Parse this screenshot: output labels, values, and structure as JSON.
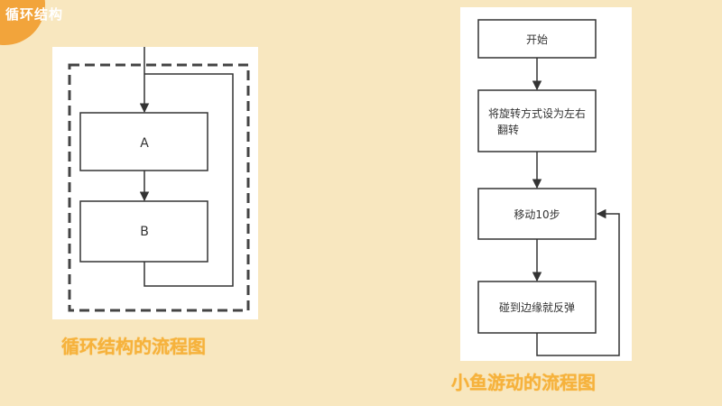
{
  "header": {
    "title": "循环结构"
  },
  "loop_diagram": {
    "box_a": "A",
    "box_b": "B",
    "caption": "循环结构的流程图"
  },
  "fish_diagram": {
    "steps": [
      "开始",
      "将旋转方式设为左右",
      "翻转",
      "移动10步",
      "碰到边缘就反弹"
    ],
    "caption": "小鱼游动的流程图"
  }
}
